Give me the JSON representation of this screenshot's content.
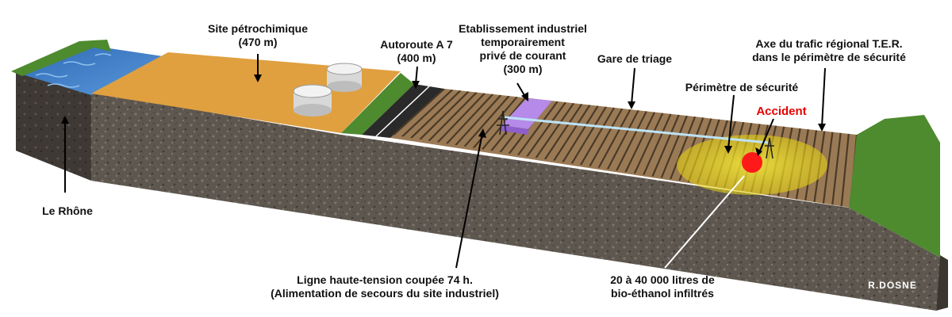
{
  "labels": {
    "petro_1": "Site pétrochimique",
    "petro_2": "(470 m)",
    "autoroute_1": "Autoroute A 7",
    "autoroute_2": "(400 m)",
    "etab_1": "Etablissement industriel",
    "etab_2": "temporairement",
    "etab_3": "privé de courant",
    "etab_4": "(300 m)",
    "gare": "Gare de triage",
    "ter_1": "Axe du trafic régional T.E.R.",
    "ter_2": "dans le périmètre de sécurité",
    "perimetre": "Périmètre de sécurité",
    "accident": "Accident",
    "rhone": "Le Rhône",
    "ligne_1": "Ligne haute-tension coupée 74 h.",
    "ligne_2": "(Alimentation de secours du site industriel)",
    "ethanol_1": "20 à 40 000 litres de",
    "ethanol_2": "bio-éthanol infiltrés",
    "signature": "R.DOSNE"
  },
  "colors": {
    "water": "#3f7fc8",
    "grass": "#4e8a2e",
    "petro_ground": "#e0a040",
    "soil": "#5e574f",
    "road": "#2a2a2a",
    "tracks": "#9a7a55",
    "building": "#b58ae8",
    "safety_zone": "#f2e21a",
    "accident": "#ff1a1a"
  },
  "icons": [
    "arrow-icon",
    "storage-tank-icon",
    "pylon-icon",
    "accident-marker-icon"
  ]
}
